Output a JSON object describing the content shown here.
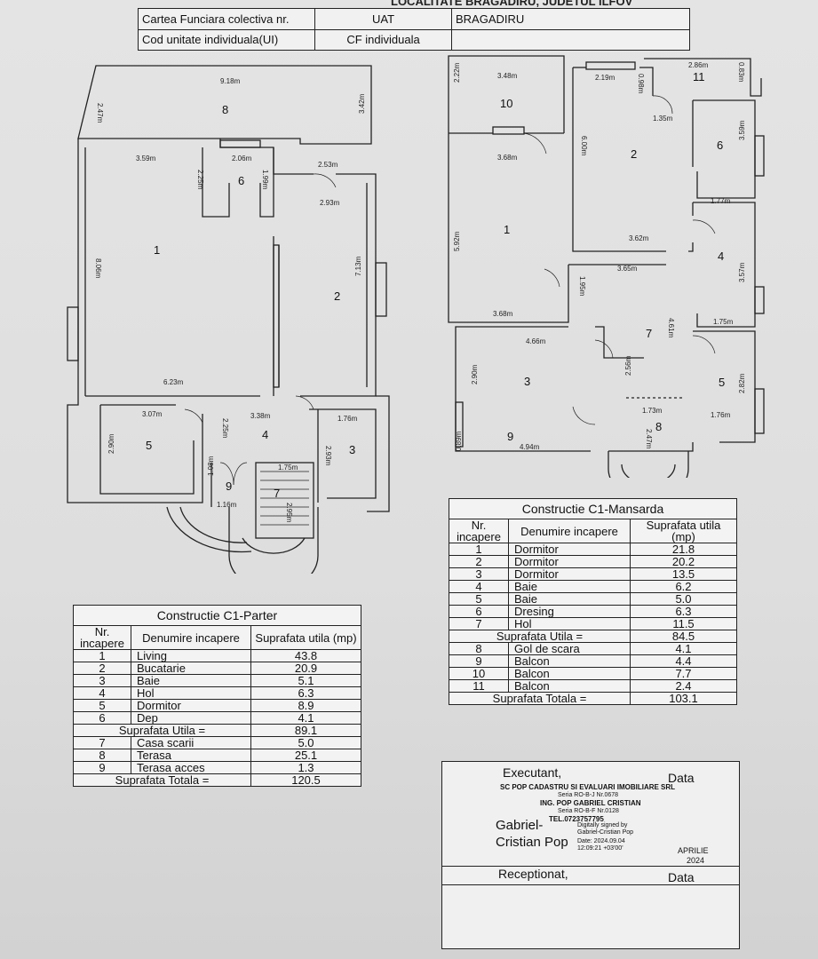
{
  "header": {
    "top_text": "LOCALITATE BRAGADIRU, JUDETUL ILFOV",
    "row1": [
      "Cartea Funciara colectiva nr.",
      "UAT",
      "BRAGADIRU"
    ],
    "row2": [
      "Cod unitate individuala(UI)",
      "CF individuala",
      ""
    ]
  },
  "plan_parter": {
    "dims": [
      "9.18m",
      "2.47m",
      "3.42m",
      "3.59m",
      "2.06m",
      "2.25m",
      "1.99m",
      "2.53m",
      "2.93m",
      "8.06m",
      "7.13m",
      "6.23m",
      "3.07m",
      "3.38m",
      "1.76m",
      "2.90m",
      "2.25m",
      "2.93m",
      "1.75m",
      "1.08m",
      "1.16m",
      "2.95m"
    ],
    "rooms": [
      "8",
      "6",
      "1",
      "2",
      "4",
      "3",
      "5",
      "9",
      "7"
    ]
  },
  "plan_mansarda": {
    "dims": [
      "3.48m",
      "2.22m",
      "2.19m",
      "0.98m",
      "2.86m",
      "0.83m",
      "1.35m",
      "3.68m",
      "6.00m",
      "5.92m",
      "3.59m",
      "1.77m",
      "3.62m",
      "3.65m",
      "1.95m",
      "3.57m",
      "3.68m",
      "4.66m",
      "4.61m",
      "1.75m",
      "2.90m",
      "2.56m",
      "2.82m",
      "1.73m",
      "1.76m",
      "0.89m",
      "4.94m",
      "2.47m"
    ],
    "rooms": [
      "10",
      "2",
      "11",
      "6",
      "1",
      "4",
      "7",
      "3",
      "5",
      "9",
      "8"
    ]
  },
  "table_parter": {
    "title": "Constructie C1-Parter",
    "headers": [
      "Nr. incapere",
      "Denumire incapere",
      "Suprafata utila (mp)"
    ],
    "rows": [
      [
        "1",
        "Living",
        "43.8"
      ],
      [
        "2",
        "Bucatarie",
        "20.9"
      ],
      [
        "3",
        "Baie",
        "5.1"
      ],
      [
        "4",
        "Hol",
        "6.3"
      ],
      [
        "5",
        "Dormitor",
        "8.9"
      ],
      [
        "6",
        "Dep",
        "4.1"
      ]
    ],
    "utila_label": "Suprafata Utila =",
    "utila_value": "89.1",
    "extra_rows": [
      [
        "7",
        "Casa scarii",
        "5.0"
      ],
      [
        "8",
        "Terasa",
        "25.1"
      ],
      [
        "9",
        "Terasa acces",
        "1.3"
      ]
    ],
    "total_label": "Suprafata Totala =",
    "total_value": "120.5"
  },
  "table_mansarda": {
    "title": "Constructie C1-Mansarda",
    "headers": [
      "Nr. incapere",
      "Denumire incapere",
      "Suprafata utila (mp)"
    ],
    "rows": [
      [
        "1",
        "Dormitor",
        "21.8"
      ],
      [
        "2",
        "Dormitor",
        "20.2"
      ],
      [
        "3",
        "Dormitor",
        "13.5"
      ],
      [
        "4",
        "Baie",
        "6.2"
      ],
      [
        "5",
        "Baie",
        "5.0"
      ],
      [
        "6",
        "Dresing",
        "6.3"
      ],
      [
        "7",
        "Hol",
        "11.5"
      ]
    ],
    "utila_label": "Suprafata Utila =",
    "utila_value": "84.5",
    "extra_rows": [
      [
        "8",
        "Gol de scara",
        "4.1"
      ],
      [
        "9",
        "Balcon",
        "4.4"
      ],
      [
        "10",
        "Balcon",
        "7.7"
      ],
      [
        "11",
        "Balcon",
        "2.4"
      ]
    ],
    "total_label": "Suprafata Totala =",
    "total_value": "103.1"
  },
  "executant": {
    "label": "Executant,",
    "data_label": "Data",
    "company": "SC POP CADASTRU SI EVALUARI IMOBILIARE SRL",
    "serie1": "Seria RO-B-J Nr.0678",
    "engineer": "ING. POP GABRIEL CRISTIAN",
    "serie2": "Seria RO-B-F Nr.0128",
    "tel": "TEL.0723757795",
    "signer_first": "Gabriel-",
    "signer_last": "Cristian Pop",
    "signed_by": "Digitally signed by Gabriel-Cristian Pop",
    "sign_date": "Date: 2024.09.04",
    "sign_time": "12:09:21 +03'00'",
    "month": "APRILIE",
    "year": "2024",
    "receptionat": "Receptionat,",
    "data2": "Data"
  }
}
